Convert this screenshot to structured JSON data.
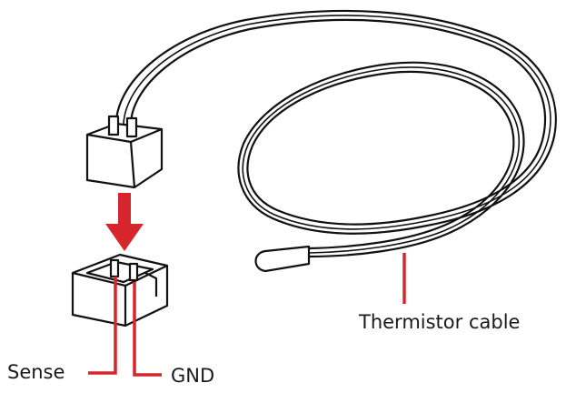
{
  "labels": {
    "sense": "Sense",
    "gnd": "GND",
    "thermistor_cable": "Thermistor cable"
  },
  "colors": {
    "callout": "#d6252b",
    "line": "#111111",
    "fill": "#ffffff"
  },
  "icons": [
    "down-arrow-icon"
  ]
}
